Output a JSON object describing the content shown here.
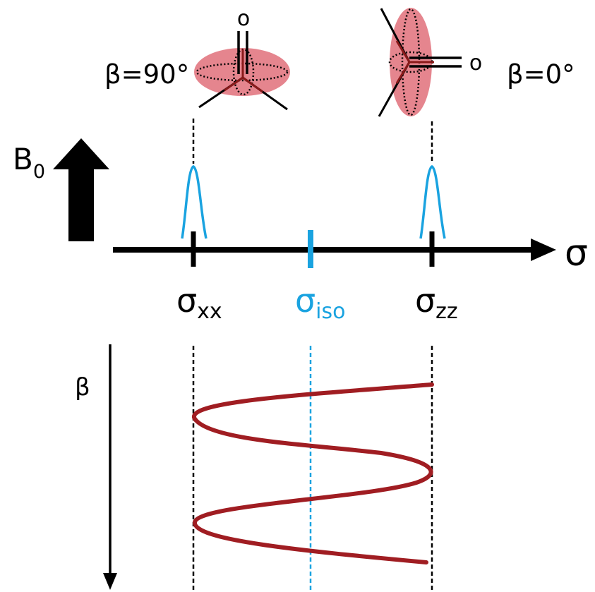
{
  "labels": {
    "beta_perp": "β=90°",
    "beta_par": "β=0°",
    "b0_main": "B",
    "b0_sub": "0",
    "axis_sigma": "σ",
    "sigma_xx_main": "σ",
    "sigma_xx_sub": "xx",
    "sigma_iso_main": "σ",
    "sigma_iso_sub": "iso",
    "sigma_zz_main": "σ",
    "sigma_zz_sub": "zz",
    "beta_axis": "β",
    "atom_o_left": "o",
    "atom_o_right": "o"
  },
  "colors": {
    "axis": "#000000",
    "spectrum": "#1aa3e0",
    "iso_marker": "#1aa3e0",
    "curve": "#a01d22",
    "ellipsoid_fill": "#e0707a",
    "bond": "#8a1a1a"
  },
  "icons": {
    "b0_arrow": "up-arrow-icon",
    "sigma_axis_arrow": "right-arrow-icon",
    "beta_axis_arrow": "down-arrow-icon"
  }
}
